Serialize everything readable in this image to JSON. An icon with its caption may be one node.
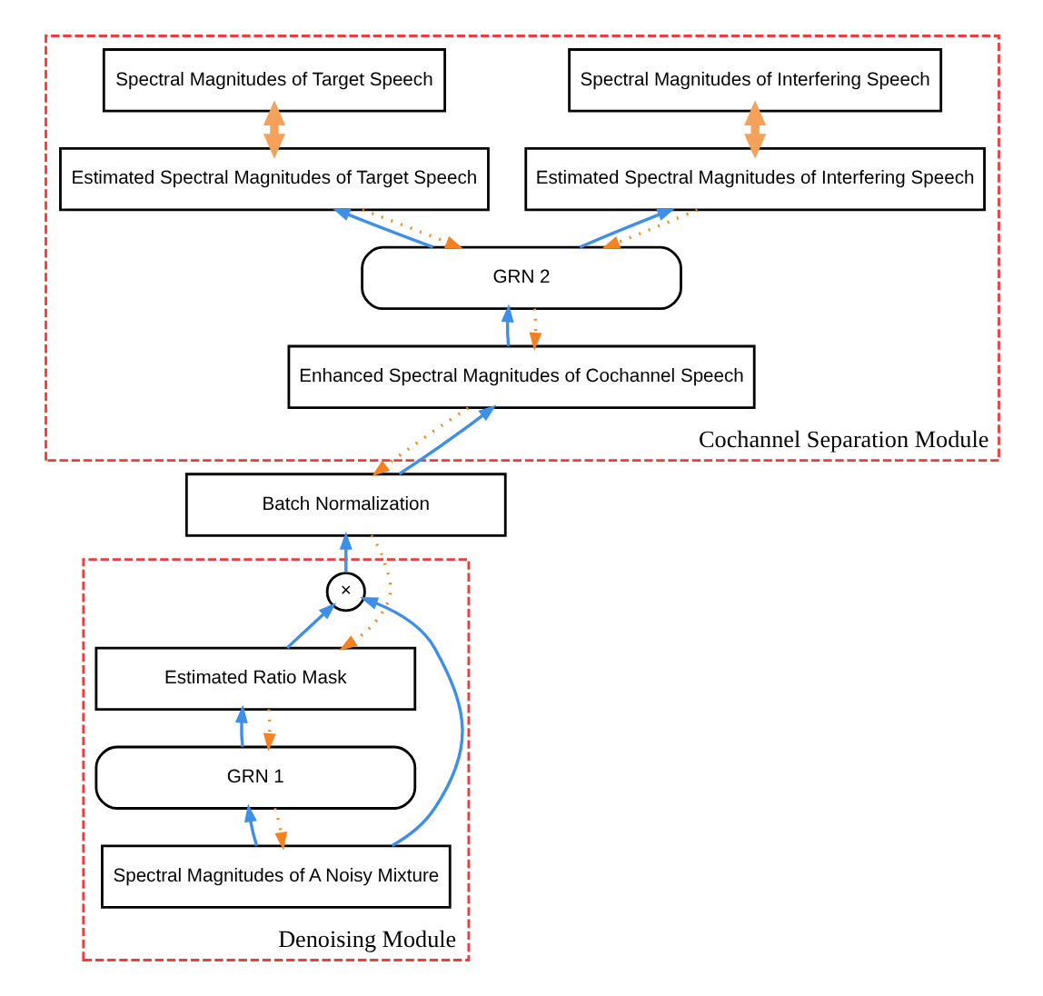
{
  "diagram": {
    "nodes": [
      {
        "text": [
          "Cochannel Separation Module"
        ]
      },
      {
        "text": [
          "Spectral Magnitudes of Target Speech"
        ],
        "in": 0
      },
      {
        "text": [
          "Spectral Magnitudes of Interfering Speech"
        ],
        "in": 0
      },
      {
        "text": [
          "Estimated Spectral Magnitudes of Target Speech"
        ],
        "in": 0
      },
      {
        "text": [
          "Estimated Spectral Magnitudes of Interfering Speech"
        ],
        "in": 0
      },
      {
        "text": [
          "GRN 2"
        ],
        "in": 0
      },
      {
        "text": [
          "Enhanced Spectral Magnitudes of Cochannel Speech"
        ],
        "in": 0
      },
      {
        "text": [
          "Batch Normalization"
        ]
      },
      {
        "text": [
          "Denoising Module"
        ]
      },
      {
        "text": [
          "×"
        ],
        "in": 8
      },
      {
        "text": [
          "Estimated Ratio Mask"
        ],
        "in": 8
      },
      {
        "text": [
          "GRN 1"
        ],
        "in": 8
      },
      {
        "text": [
          "Spectral Magnitudes of A Noisy Mixture"
        ],
        "in": 8
      }
    ],
    "edges": [
      {
        "from": 12,
        "to": 11,
        "arrow": "to",
        "color": "#3d8fe8"
      },
      {
        "from": 11,
        "to": 10,
        "arrow": "to",
        "color": "#3d8fe8"
      },
      {
        "from": 10,
        "to": 9,
        "arrow": "to",
        "color": "#3d8fe8"
      },
      {
        "from": 12,
        "to": 9,
        "arrow": "to",
        "color": "#3d8fe8"
      },
      {
        "from": 9,
        "to": 7,
        "arrow": "to",
        "color": "#3d8fe8"
      },
      {
        "from": 7,
        "to": 6,
        "arrow": "to",
        "color": "#3d8fe8"
      },
      {
        "from": 6,
        "to": 5,
        "arrow": "to",
        "color": "#3d8fe8"
      },
      {
        "from": 5,
        "to": 3,
        "arrow": "to",
        "color": "#3d8fe8"
      },
      {
        "from": 5,
        "to": 4,
        "arrow": "to",
        "color": "#3d8fe8"
      },
      {
        "from": 3,
        "to": 1,
        "arrow": "both",
        "style": "thick",
        "color": "#f5a15a"
      },
      {
        "from": 4,
        "to": 2,
        "arrow": "both",
        "style": "thick",
        "color": "#f5a15a"
      },
      {
        "from": 3,
        "to": 5,
        "arrow": "to",
        "style": "dashed",
        "color": "#f58220"
      },
      {
        "from": 4,
        "to": 5,
        "arrow": "to",
        "style": "dashed",
        "color": "#f58220"
      },
      {
        "from": 5,
        "to": 6,
        "arrow": "to",
        "style": "dashed",
        "color": "#f58220"
      },
      {
        "from": 6,
        "to": 7,
        "arrow": "to",
        "style": "dashed",
        "color": "#f58220"
      },
      {
        "from": 7,
        "to": 10,
        "arrow": "to",
        "style": "dashed",
        "color": "#f58220"
      },
      {
        "from": 10,
        "to": 11,
        "arrow": "to",
        "style": "dashed",
        "color": "#f58220"
      },
      {
        "from": 11,
        "to": 12,
        "arrow": "to",
        "style": "dashed",
        "color": "#f58220"
      }
    ]
  }
}
